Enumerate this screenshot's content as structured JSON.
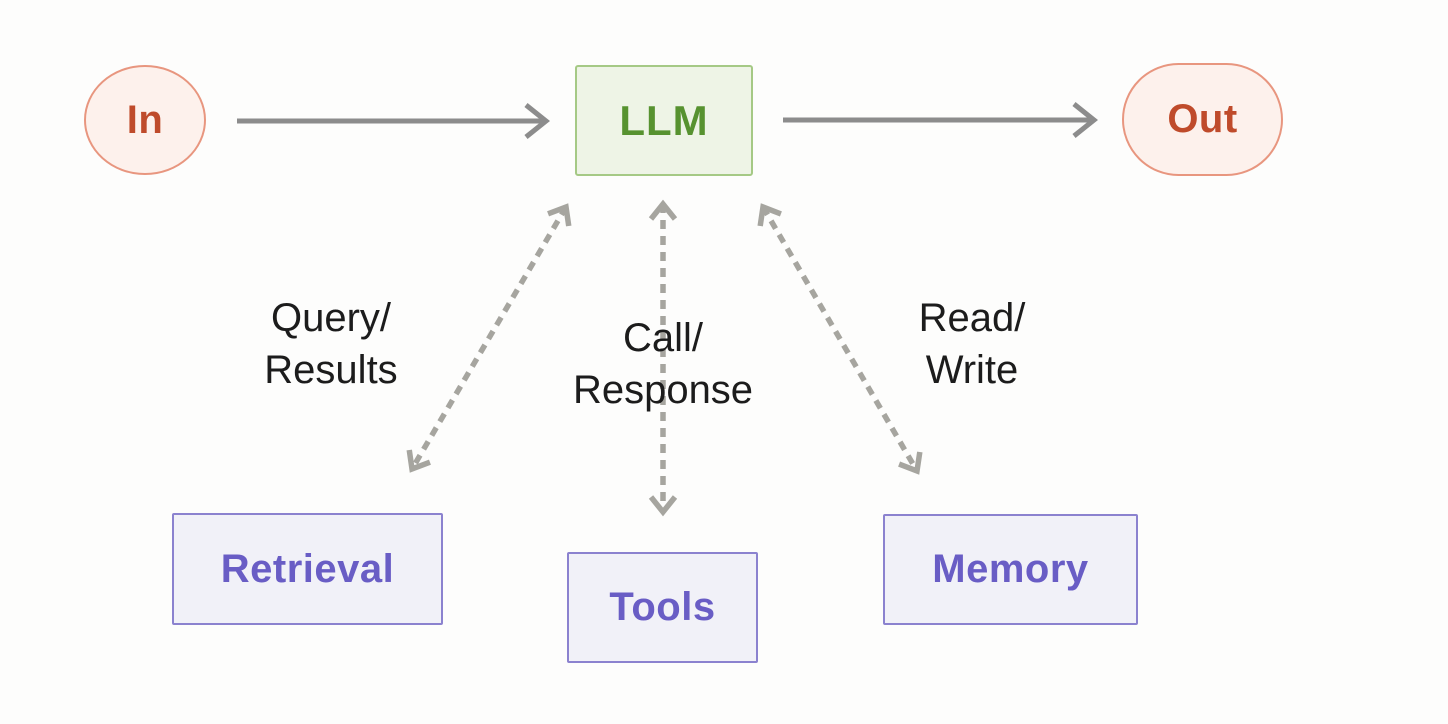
{
  "diagram": {
    "nodes": {
      "in": {
        "label": "In"
      },
      "llm": {
        "label": "LLM"
      },
      "out": {
        "label": "Out"
      },
      "retrieval": {
        "label": "Retrieval"
      },
      "tools": {
        "label": "Tools"
      },
      "memory": {
        "label": "Memory"
      }
    },
    "edges": {
      "in_to_llm": {
        "style": "solid",
        "direction": "right"
      },
      "llm_to_out": {
        "style": "solid",
        "direction": "right"
      },
      "llm_retrieval": {
        "style": "dashed-double",
        "label_line1": "Query/",
        "label_line2": "Results"
      },
      "llm_tools": {
        "style": "dashed-double",
        "label_line1": "Call/",
        "label_line2": "Response"
      },
      "llm_memory": {
        "style": "dashed-double",
        "label_line1": "Read/",
        "label_line2": "Write"
      }
    },
    "colors": {
      "background": "#fdfdfc",
      "io_fill": "#fdf1ec",
      "io_border": "#e8967f",
      "io_text": "#bf4b2b",
      "llm_fill": "#eef4e6",
      "llm_border": "#a5c985",
      "llm_text": "#579230",
      "module_fill": "#f1f1f8",
      "module_border": "#8b82cf",
      "module_text": "#695dc5",
      "solid_arrow": "#8c8c8c",
      "dashed_arrow": "#a6a59f",
      "label_text": "#1c1c1c"
    }
  }
}
